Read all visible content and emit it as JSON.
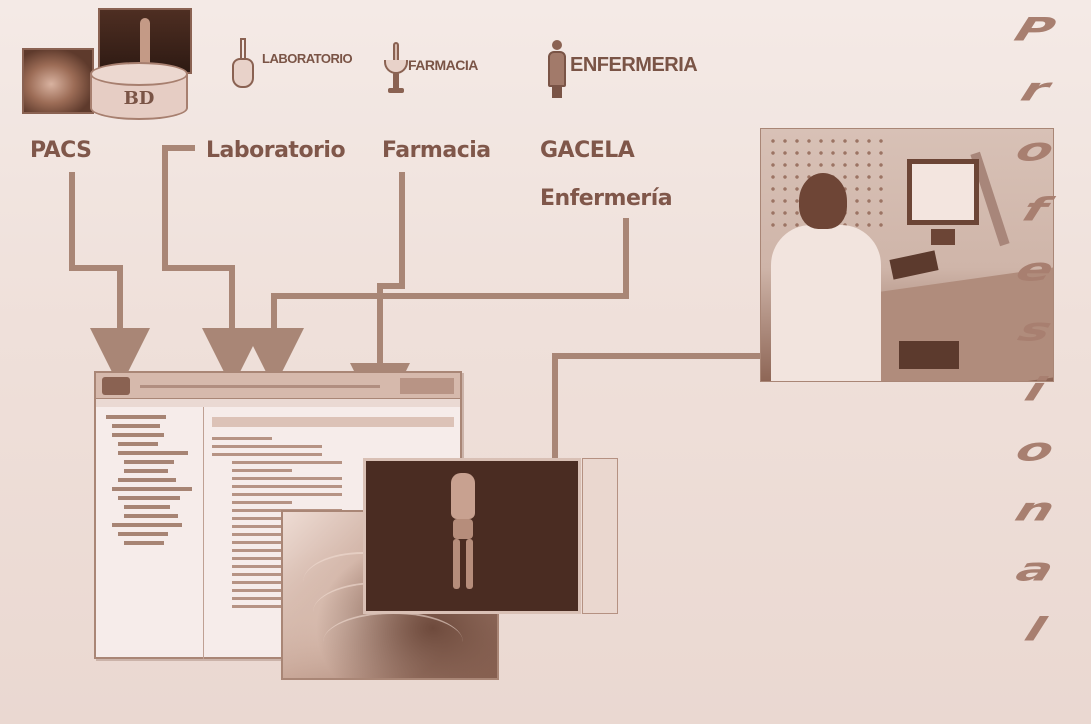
{
  "logos": {
    "bd": "BD",
    "laboratorio": "LABORATORIO",
    "farmacia": "FARMACIA",
    "enfermeria": "ENFERMERIA"
  },
  "labels": {
    "pacs": "PACS",
    "laboratorio": "Laboratorio",
    "farmacia": "Farmacia",
    "gacela": "GACELA",
    "enfermeria": "Enfermería"
  },
  "vertical_word": [
    "P",
    "r",
    "o",
    "f",
    "e",
    "s",
    "i",
    "o",
    "n",
    "a",
    "l"
  ],
  "icons": {
    "flask": "flask-icon",
    "pharmacy_cup": "pharmacy-cup-icon",
    "nurse": "nurse-icon",
    "database": "database-cylinder-icon"
  },
  "colors": {
    "background": "#f0e2dc",
    "text": "#80574a",
    "connector": "#a98676"
  }
}
